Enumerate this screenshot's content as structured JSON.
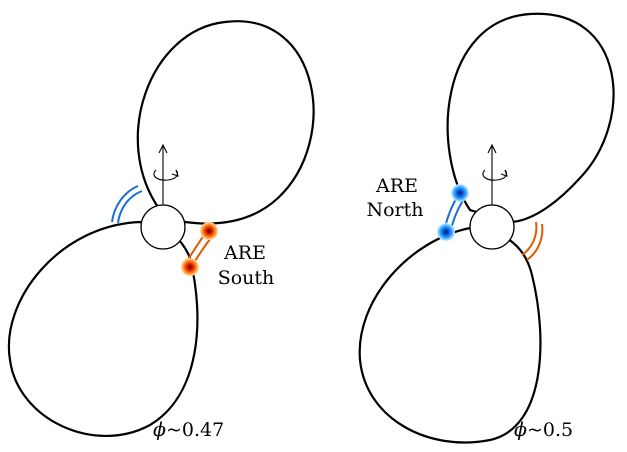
{
  "panels": [
    {
      "phase_label": "ϕ~0.47",
      "phase_symbol": "ϕ",
      "phase_value": "~0.47",
      "region_label_line1": "ARE",
      "region_label_line2": "South",
      "flare_color": "#e05a00",
      "loop_color_left": "#1a6fd6",
      "loop_color_right": "#e05a00"
    },
    {
      "phase_label": "ϕ~0.5",
      "phase_symbol": "ϕ",
      "phase_value": "~0.5",
      "region_label_line1": "ARE",
      "region_label_line2": "North",
      "flare_color": "#1a6fd6",
      "loop_color_left": "#1a6fd6",
      "loop_color_right": "#e05a00"
    }
  ],
  "colors": {
    "orange": "#e05a00",
    "blue": "#1a6fd6"
  }
}
